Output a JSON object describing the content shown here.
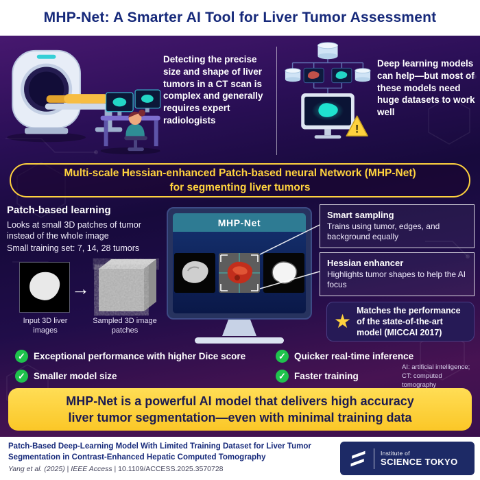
{
  "colors": {
    "accent_yellow": "#ffd23e",
    "brand_navy": "#16297a",
    "status_green": "#1fc24d",
    "teal": "#23d6c5",
    "background_purple": "#2a0f56"
  },
  "icons": {
    "check": "✓",
    "star": "★",
    "warning": "!",
    "arrow": "→"
  },
  "header": {
    "title": "MHP-Net: A Smarter AI Tool for Liver Tumor Assessment"
  },
  "problem": {
    "left_text": "Detecting the precise size and shape of liver tumors in a CT scan is complex and generally requires expert radiologists",
    "right_text": "Deep learning models can help—but most of these models need huge datasets to work well"
  },
  "solution_banner": {
    "line1": "Multi-scale Hessian-enhanced Patch-based neural Network (MHP-Net)",
    "line2": "for segmenting liver tumors"
  },
  "method": {
    "patch_title": "Patch-based learning",
    "patch_desc": "Looks at small 3D patches of tumor instead of the whole image",
    "training_set": "Small training set: 7, 14, 28 tumors",
    "input_label": "Input 3D liver images",
    "sampled_label": "Sampled 3D image patches",
    "monitor_title": "MHP-Net",
    "smart_sampling_title": "Smart sampling",
    "smart_sampling_desc": "Trains using tumor, edges, and background equally",
    "hessian_title": "Hessian enhancer",
    "hessian_desc": "Highlights tumor shapes to help the AI focus",
    "award_text": "Matches the performance of the state-of-the-art model (MICCAI 2017)"
  },
  "benefits": [
    "Exceptional performance with higher Dice score",
    "Smaller model size",
    "Quicker real-time inference",
    "Faster training"
  ],
  "abbreviations": {
    "line1": "AI: artificial intelligence;",
    "line2": "CT: computed tomography"
  },
  "conclusion": {
    "line1": "MHP-Net is a powerful AI model that delivers high accuracy",
    "line2": "liver tumor segmentation—even with minimal training data"
  },
  "footer": {
    "paper_title": "Patch-Based Deep-Learning Model With Limited Training Dataset for Liver Tumor Segmentation in Contrast-Enhanced Hepatic Computed Tomography",
    "citation_authors": "Yang et al. (2025)",
    "citation_sep": "|",
    "citation_journal": "IEEE Access",
    "citation_doi": "10.1109/ACCESS.2025.3570728",
    "logo_line1": "Institute of",
    "logo_line2": "SCIENCE TOKYO"
  }
}
